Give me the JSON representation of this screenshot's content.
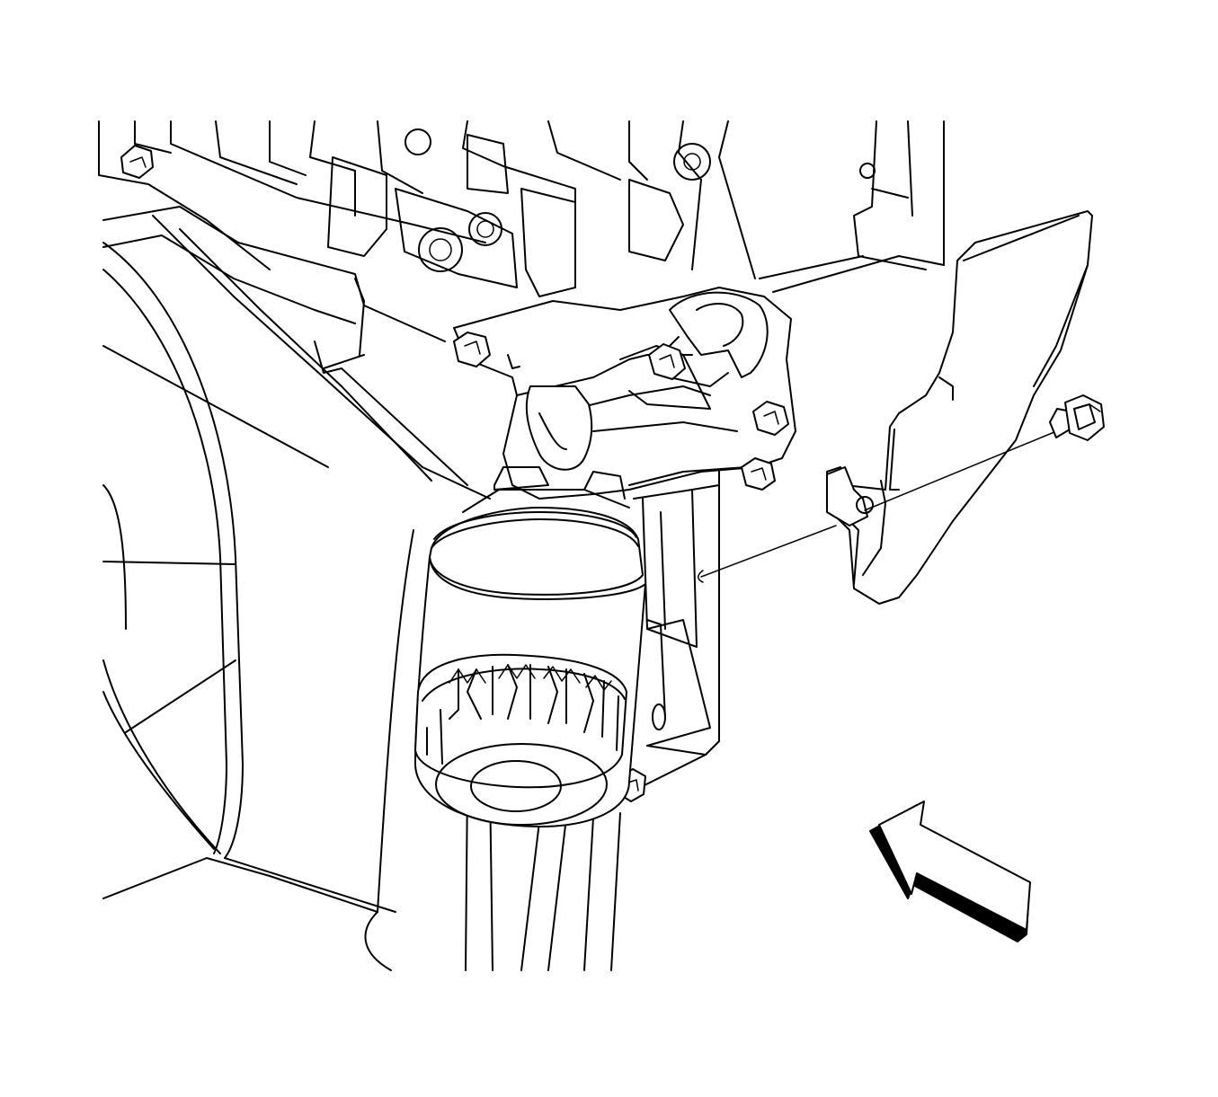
{
  "figure": {
    "type": "technical-line-drawing",
    "background_color": "#ffffff",
    "line_color": "#000000",
    "components": [
      "engine-block",
      "oil-pan",
      "oil-filter",
      "oil-filter-adapter",
      "heat-shield",
      "heat-shield-bolt",
      "view-arrow"
    ],
    "view_arrow_direction": "up-left"
  }
}
